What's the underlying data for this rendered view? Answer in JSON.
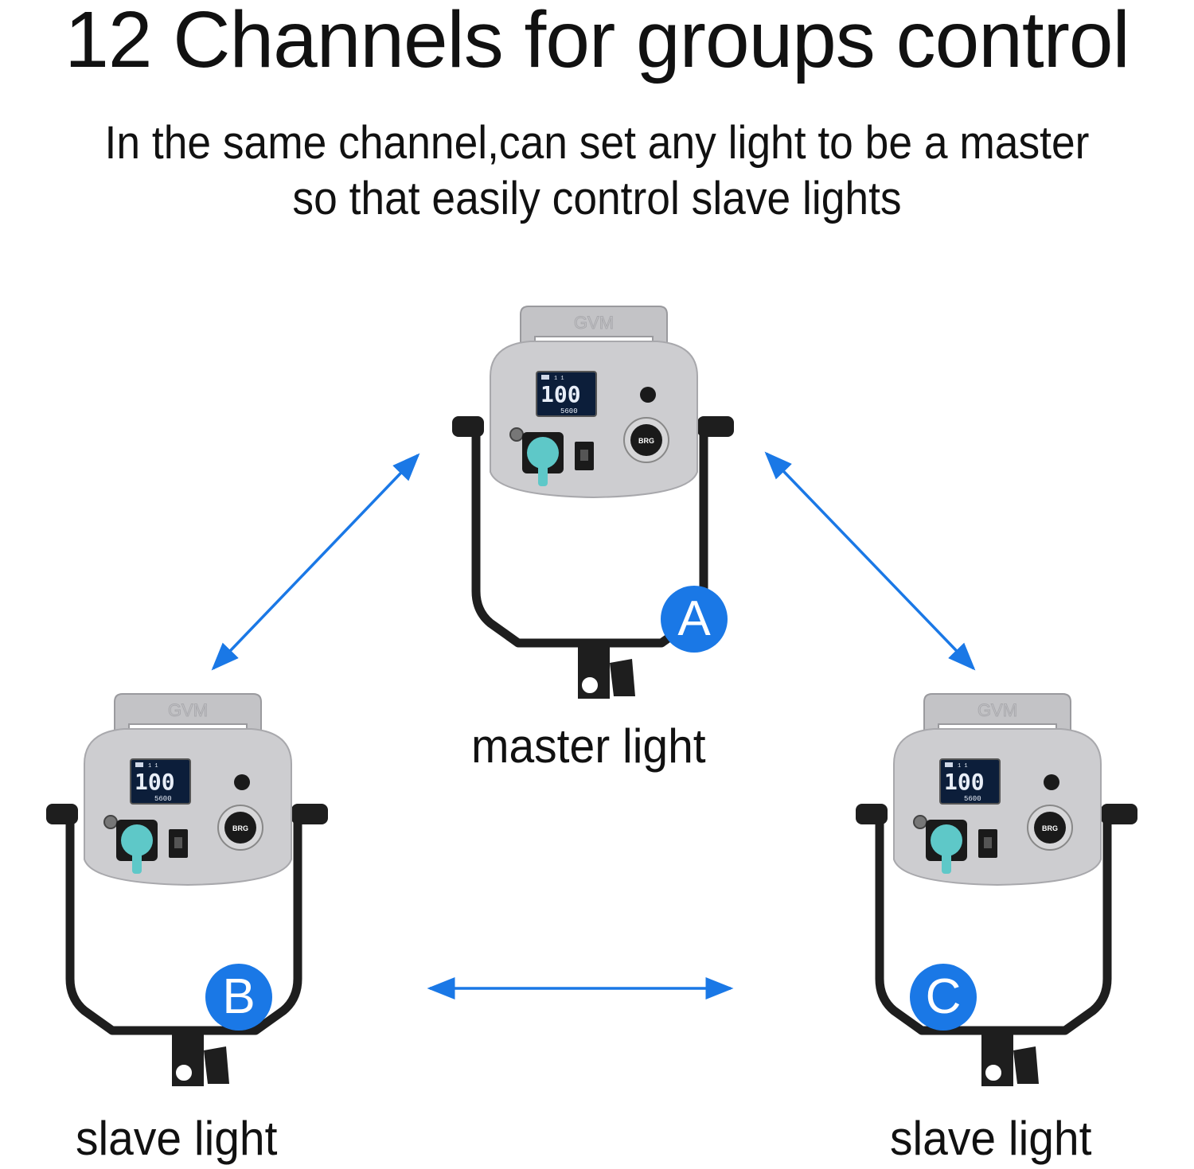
{
  "header": {
    "title": "12 Channels for groups control",
    "subtitle_line1": "In the same channel,can set any light to be a master",
    "subtitle_line2": "so that easily control slave lights"
  },
  "colors": {
    "arrow": "#1a78e6",
    "badge": "#1a78e6",
    "panel": "#c9c9cc",
    "cap": "#5ec8c8"
  },
  "lights": [
    {
      "id": "A",
      "badge": "A",
      "label": "master light",
      "brand": "GVM",
      "screen_value": "100",
      "screen_temp": "5600",
      "screen_channel": "CH 1 1",
      "knob_label": "BRG"
    },
    {
      "id": "B",
      "badge": "B",
      "label": "slave light",
      "brand": "GVM",
      "screen_value": "100",
      "screen_temp": "5600",
      "screen_channel": "CH 1 1",
      "knob_label": "BRG"
    },
    {
      "id": "C",
      "badge": "C",
      "label": "slave light",
      "brand": "GVM",
      "screen_value": "100",
      "screen_temp": "5600",
      "screen_channel": "CH 1 1",
      "knob_label": "BRG"
    }
  ],
  "arrows": [
    {
      "from": "A",
      "to": "B",
      "bidirectional": true
    },
    {
      "from": "A",
      "to": "C",
      "bidirectional": true
    },
    {
      "from": "B",
      "to": "C",
      "bidirectional": true
    }
  ]
}
